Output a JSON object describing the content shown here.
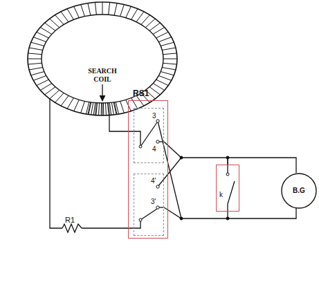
{
  "diagram": {
    "nodes": [
      {
        "text": [
          "RS1"
        ]
      },
      {
        "text": [
          "3",
          "4"
        ],
        "in": 0
      },
      {
        "text": [
          "4'",
          "3'"
        ],
        "in": 0
      },
      {
        "text": [
          "k"
        ]
      },
      {
        "text": [
          "B.G"
        ]
      }
    ],
    "edges": [
      {
        "from": 1,
        "to": 3,
        "arrow": "none"
      },
      {
        "from": 2,
        "to": 3,
        "arrow": "none"
      },
      {
        "from": 3,
        "to": 4,
        "arrow": "none"
      }
    ],
    "labels": [
      "SEARCH COIL",
      "R1"
    ]
  }
}
